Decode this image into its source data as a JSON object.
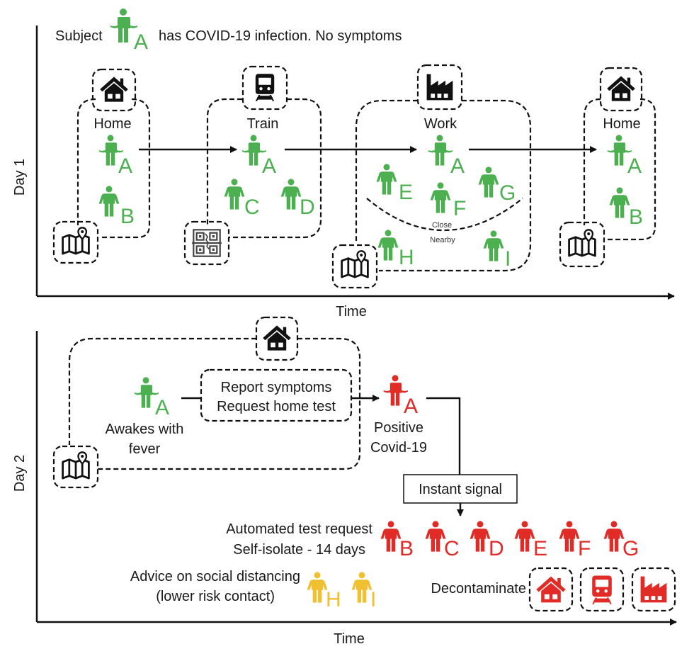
{
  "colors": {
    "healthy": "#4caf50",
    "positive": "#e02b26",
    "low_risk": "#f0c030",
    "ink": "#111111"
  },
  "header": {
    "prefix": "Subject",
    "subject_letter": "A",
    "suffix": "has COVID-19 infection. No symptoms"
  },
  "day1": {
    "axis_label": "Day 1",
    "time_label": "Time",
    "locations": [
      {
        "name": "Home",
        "icon": "house-icon",
        "tracker_icon": "map-pin-icon",
        "people": [
          "A",
          "B"
        ]
      },
      {
        "name": "Train",
        "icon": "train-icon",
        "tracker_icon": "qr-code-icon",
        "people": [
          "A",
          "C",
          "D"
        ]
      },
      {
        "name": "Work",
        "icon": "factory-icon",
        "tracker_icon": "map-pin-icon",
        "people": [
          "A",
          "E",
          "F",
          "G",
          "H",
          "I"
        ]
      },
      {
        "name": "Home",
        "icon": "house-icon",
        "tracker_icon": "map-pin-icon",
        "people": [
          "A",
          "B"
        ]
      }
    ],
    "proximity": {
      "close": "Close",
      "nearby": "Nearby"
    }
  },
  "day2": {
    "axis_label": "Day 2",
    "time_label": "Time",
    "awake_label": [
      "Awakes with",
      "fever"
    ],
    "report_box": [
      "Report symptoms",
      "Request home test"
    ],
    "positive_label": [
      "Positive",
      "Covid-19"
    ],
    "signal_label": "Instant signal",
    "high_risk": {
      "text": [
        "Automated test request",
        "Self-isolate - 14 days"
      ],
      "people": [
        "B",
        "C",
        "D",
        "E",
        "F",
        "G"
      ]
    },
    "low_risk": {
      "text": [
        "Advice on social distancing",
        "(lower risk contact)"
      ],
      "people": [
        "H",
        "I"
      ]
    },
    "decontaminate": {
      "label": "Decontaminate",
      "icons": [
        "house-icon",
        "train-icon",
        "factory-icon"
      ]
    }
  }
}
